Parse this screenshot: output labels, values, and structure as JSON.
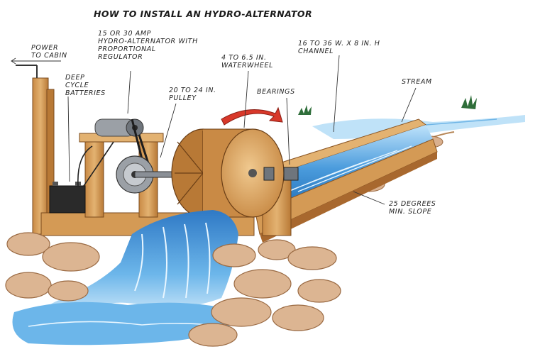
{
  "title": "HOW TO INSTALL AN HYDRO-ALTERNATOR",
  "labels": {
    "power_line1": "POWER",
    "power_line2": "TO CABIN",
    "alternator_line1": "15 OR 30 AMP",
    "alternator_line2": "HYDRO-ALTERNATOR WITH",
    "alternator_line3": "PROPORTIONAL",
    "alternator_line4": "REGULATOR",
    "batteries_line1": "DEEP",
    "batteries_line2": "CYCLE",
    "batteries_line3": "BATTERIES",
    "pulley_line1": "20 TO 24 IN.",
    "pulley_line2": "PULLEY",
    "waterwheel_line1": "4 TO 6.5 IN.",
    "waterwheel_line2": "WATERWHEEL",
    "bearings": "BEARINGS",
    "channel_line1": "16 TO 36 W. X 8 IN. H",
    "channel_line2": "CHANNEL",
    "stream": "STREAM",
    "slope_line1": "25 DEGREES",
    "slope_line2": "MIN. SLOPE"
  },
  "colors": {
    "wood": "#d9a564",
    "wood_dark": "#a8682e",
    "water": "#3a8fd4",
    "water_light": "#9fd0f2",
    "rock": "#d9b08e",
    "flow_arrow": "#d8382a",
    "metal": "#8a8f96"
  }
}
